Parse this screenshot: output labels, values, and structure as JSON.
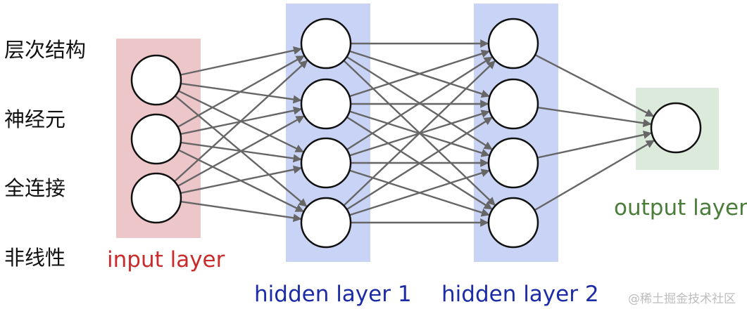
{
  "side_terms": [
    "层次结构",
    "神经元",
    "全连接",
    "非线性"
  ],
  "layers": [
    {
      "label": "input layer",
      "color": "#cc2a2a",
      "band": "#edc6c9",
      "nodes": 3
    },
    {
      "label": "hidden layer 1",
      "color": "#1c2ba6",
      "band": "#c8d3f5",
      "nodes": 4
    },
    {
      "label": "hidden layer 2",
      "color": "#1c2ba6",
      "band": "#c8d3f5",
      "nodes": 4
    },
    {
      "label": "output layer",
      "color": "#4a7d3a",
      "band": "#dceadb",
      "nodes": 1
    }
  ],
  "colors": {
    "edge": "#666666",
    "node_stroke": "#111111",
    "node_fill": "#ffffff"
  },
  "watermark": "@稀土掘金技术社区"
}
